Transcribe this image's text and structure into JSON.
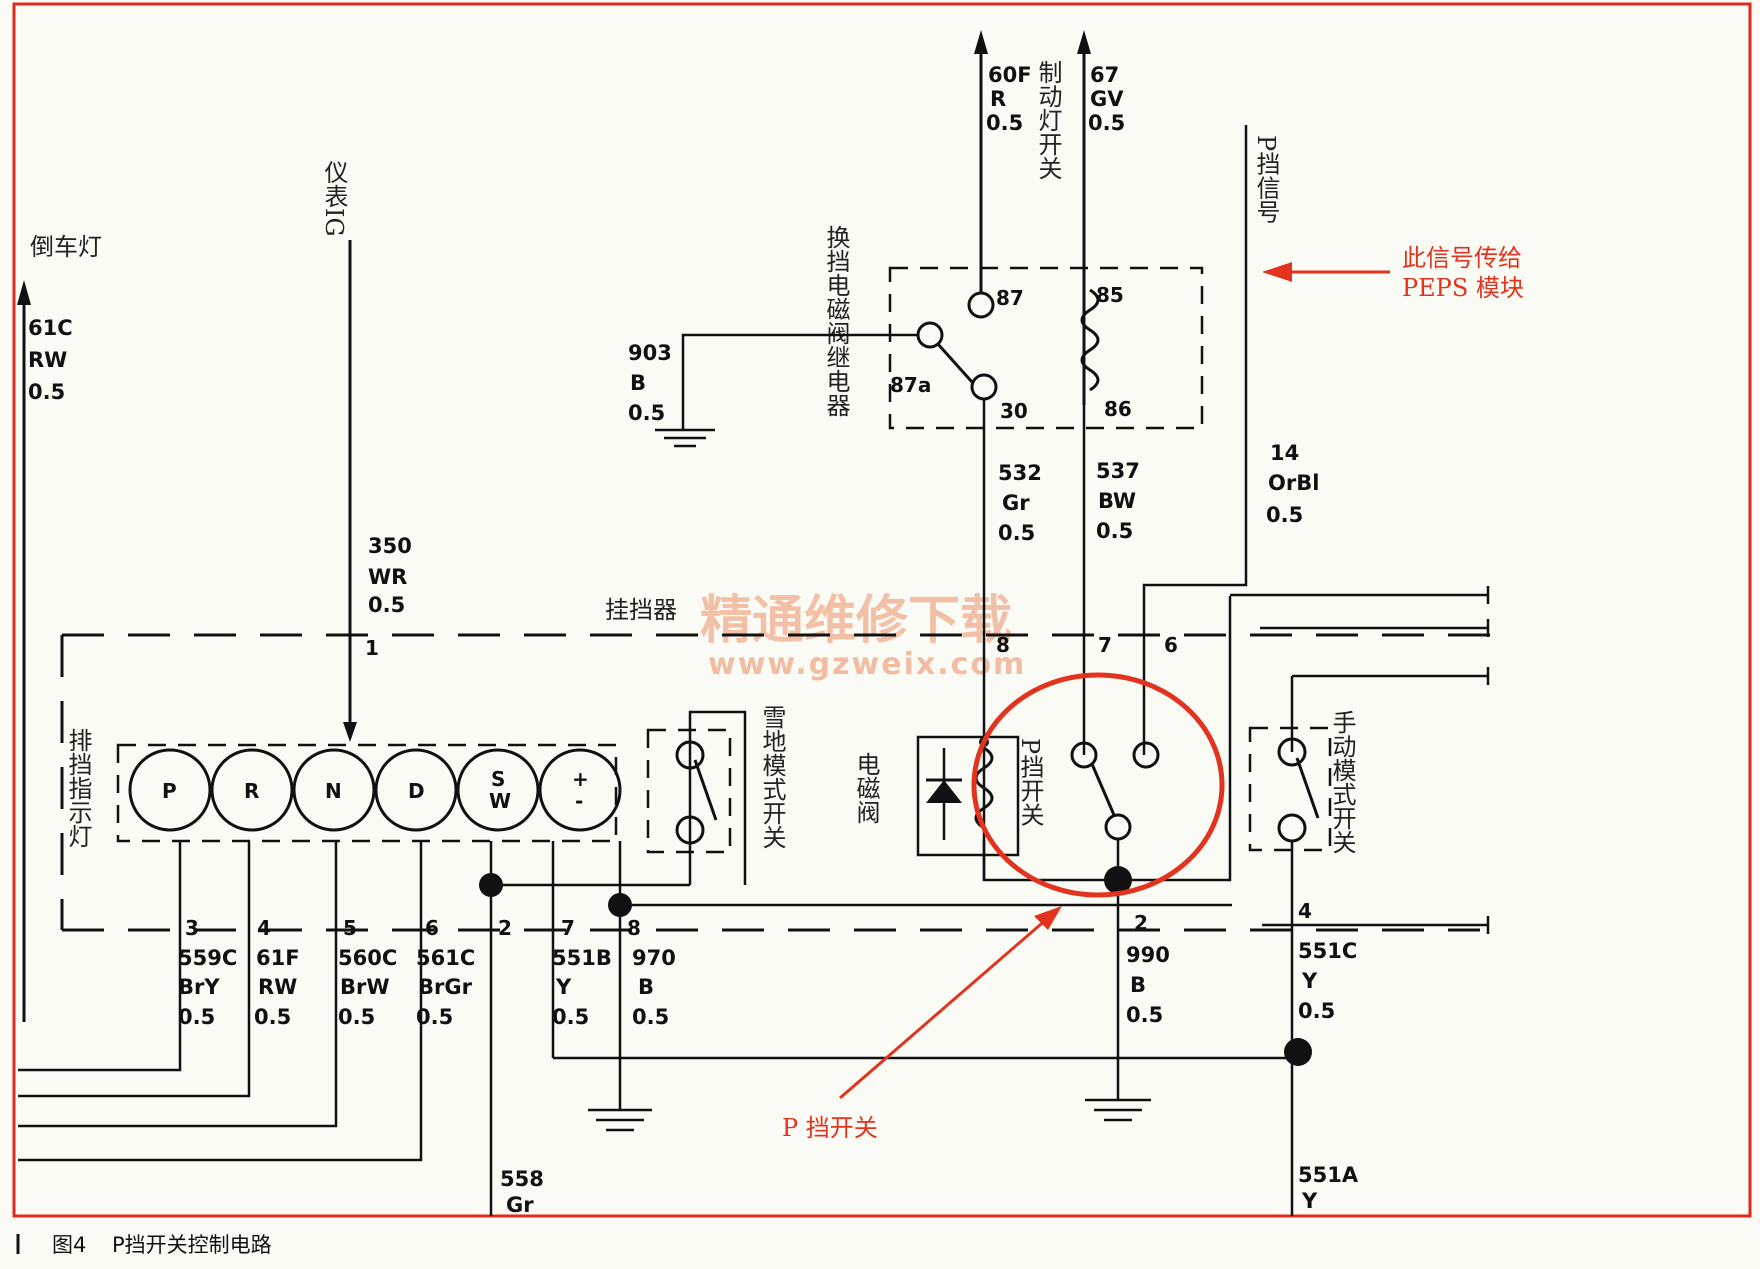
{
  "labels": {
    "reverse_light": "倒车灯",
    "meter_ig": "仪表IG",
    "brake_switch": "制动灯开关",
    "p_signal": "P挡信号",
    "peps_line1": "此信号传给",
    "peps_line2": "PEPS 模块",
    "relay": "换挡电磁阀继电器",
    "gear_selector": "挂挡器",
    "shift_indicator": "排挡指示灯",
    "snow_switch": "雪地模式开关",
    "solenoid": "电磁阀",
    "p_switch_inner": "P挡开关",
    "manual_switch": "手动模式开关",
    "p_switch_callout": "P 挡开关"
  },
  "watermark": {
    "line1": "精通维修下载",
    "line2": "www.gzweix.com"
  },
  "caption": {
    "number": "图4",
    "title": "P挡开关控制电路"
  },
  "wires": {
    "w61c": [
      "61C",
      "RW",
      "0.5"
    ],
    "w350": [
      "350",
      "WR",
      "0.5"
    ],
    "w60f": [
      "60F",
      "R",
      "0.5"
    ],
    "w67": [
      "67",
      "GV",
      "0.5"
    ],
    "w903": [
      "903",
      "B",
      "0.5"
    ],
    "w532": [
      "532",
      "Gr",
      "0.5"
    ],
    "w537": [
      "537",
      "BW",
      "0.5"
    ],
    "w14": [
      "14",
      "OrBl",
      "0.5"
    ],
    "w559c": [
      "559C",
      "BrY",
      "0.5"
    ],
    "w61f": [
      "61F",
      "RW",
      "0.5"
    ],
    "w560c": [
      "560C",
      "BrW",
      "0.5"
    ],
    "w561c": [
      "561C",
      "BrGr",
      "0.5"
    ],
    "w551b": [
      "551B",
      "Y",
      "0.5"
    ],
    "w970": [
      "970",
      "B",
      "0.5"
    ],
    "w990": [
      "990",
      "B",
      "0.5"
    ],
    "w551c": [
      "551C",
      "Y",
      "0.5"
    ],
    "w558": [
      "558",
      "Gr"
    ],
    "w551a": [
      "551A",
      "Y"
    ]
  },
  "pins": {
    "relay_87": "87",
    "relay_85": "85",
    "relay_87a": "87a",
    "relay_30": "30",
    "relay_86": "86",
    "p1": "1",
    "p8": "8",
    "p7": "7",
    "p6": "6",
    "b3": "3",
    "b4": "4",
    "b5": "5",
    "b6": "6",
    "b2": "2",
    "b7": "7",
    "b8": "8",
    "b2r": "2",
    "b4r": "4"
  },
  "gears": [
    "P",
    "R",
    "N",
    "D",
    "S",
    "W",
    "+",
    "-"
  ]
}
